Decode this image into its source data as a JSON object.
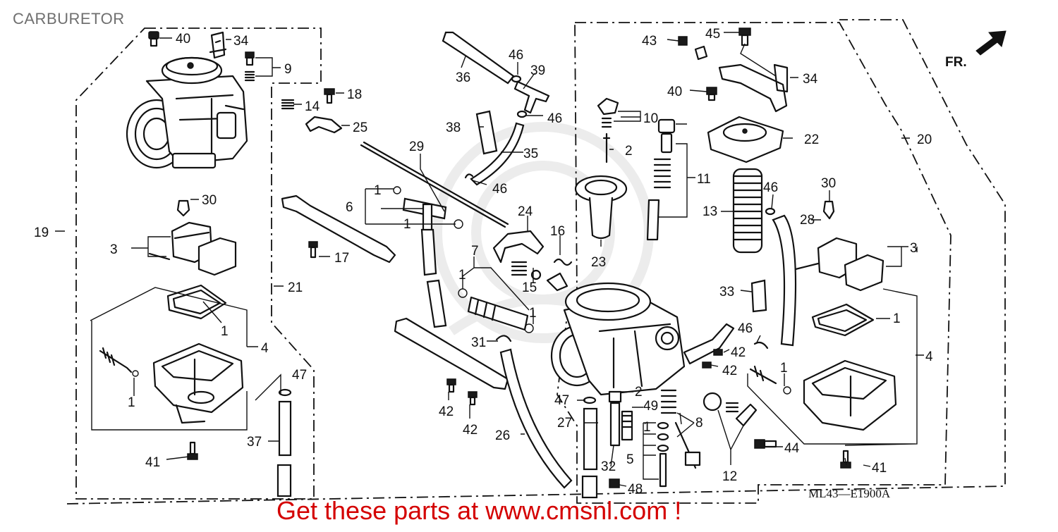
{
  "header": {
    "title": "CARBURETOR"
  },
  "footer": {
    "diagram_code": "ML43—E1900A",
    "promo_text": "Get these parts at www.cmsnl.com !"
  },
  "orientation": {
    "label": "FR."
  },
  "callouts": [
    {
      "label": "40"
    },
    {
      "label": "34"
    },
    {
      "label": "9"
    },
    {
      "label": "14"
    },
    {
      "label": "18"
    },
    {
      "label": "25"
    },
    {
      "label": "30"
    },
    {
      "label": "19"
    },
    {
      "label": "3"
    },
    {
      "label": "1"
    },
    {
      "label": "4"
    },
    {
      "label": "1"
    },
    {
      "label": "47"
    },
    {
      "label": "37"
    },
    {
      "label": "41"
    },
    {
      "label": "21"
    },
    {
      "label": "17"
    },
    {
      "label": "36"
    },
    {
      "label": "46"
    },
    {
      "label": "39"
    },
    {
      "label": "46"
    },
    {
      "label": "38"
    },
    {
      "label": "35"
    },
    {
      "label": "46"
    },
    {
      "label": "29"
    },
    {
      "label": "1"
    },
    {
      "label": "6"
    },
    {
      "label": "1"
    },
    {
      "label": "24"
    },
    {
      "label": "16"
    },
    {
      "label": "7"
    },
    {
      "label": "15"
    },
    {
      "label": "1"
    },
    {
      "label": "1"
    },
    {
      "label": "31"
    },
    {
      "label": "42"
    },
    {
      "label": "42"
    },
    {
      "label": "26"
    },
    {
      "label": "10"
    },
    {
      "label": "2"
    },
    {
      "label": "11"
    },
    {
      "label": "23"
    },
    {
      "label": "43"
    },
    {
      "label": "45"
    },
    {
      "label": "34"
    },
    {
      "label": "40"
    },
    {
      "label": "22"
    },
    {
      "label": "20"
    },
    {
      "label": "13"
    },
    {
      "label": "46"
    },
    {
      "label": "30"
    },
    {
      "label": "28"
    },
    {
      "label": "3"
    },
    {
      "label": "33"
    },
    {
      "label": "46"
    },
    {
      "label": "1"
    },
    {
      "label": "42"
    },
    {
      "label": "42"
    },
    {
      "label": "4"
    },
    {
      "label": "1"
    },
    {
      "label": "2"
    },
    {
      "label": "47"
    },
    {
      "label": "49"
    },
    {
      "label": "27"
    },
    {
      "label": "8"
    },
    {
      "label": "1"
    },
    {
      "label": "5"
    },
    {
      "label": "32"
    },
    {
      "label": "48"
    },
    {
      "label": "12"
    },
    {
      "label": "44"
    },
    {
      "label": "41"
    }
  ]
}
